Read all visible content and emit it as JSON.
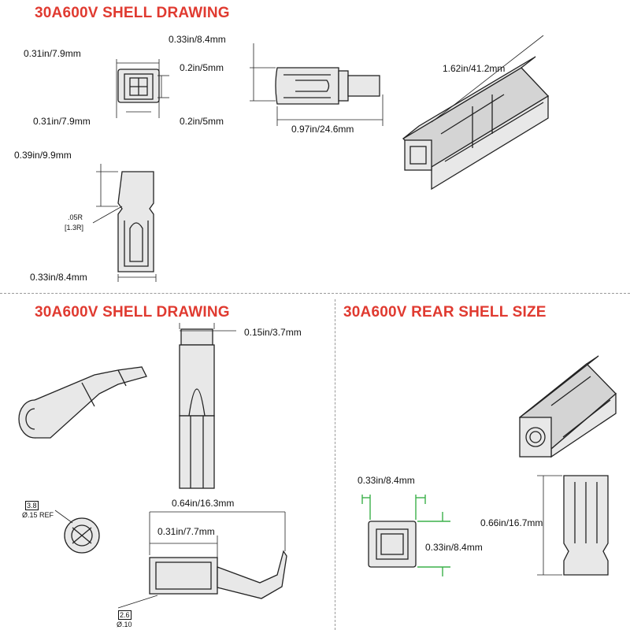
{
  "titles": {
    "top_left": "30A600V SHELL DRAWING",
    "bottom_left": "30A600V SHELL DRAWING",
    "bottom_right": "30A600V REAR SHELL SIZE"
  },
  "dims": {
    "front_width_top": "0.31in/7.9mm",
    "front_width_bottom": "0.31in/7.9mm",
    "front_slot_top": "0.2in/5mm",
    "front_slot_bottom": "0.2in/5mm",
    "side_height": "0.33in/8.4mm",
    "side_length": "0.97in/24.6mm",
    "iso_length": "1.62in/41.2mm",
    "top_view_offset": "0.39in/9.9mm",
    "radius": ".05R",
    "radius_mm": "[1.3R]",
    "top_view_width": "0.33in/8.4mm",
    "contact_width": "0.15in/3.7mm",
    "ref_mm": "3.8",
    "ref_in": "Ø.15 REF",
    "contact_length": "0.64in/16.3mm",
    "barrel_length": "0.31in/7.7mm",
    "pin_mm": "2.6",
    "pin_in": "Ø.10",
    "rear_width": "0.33in/8.4mm",
    "rear_height_sq": "0.33in/8.4mm",
    "rear_height": "0.66in/16.7mm"
  }
}
